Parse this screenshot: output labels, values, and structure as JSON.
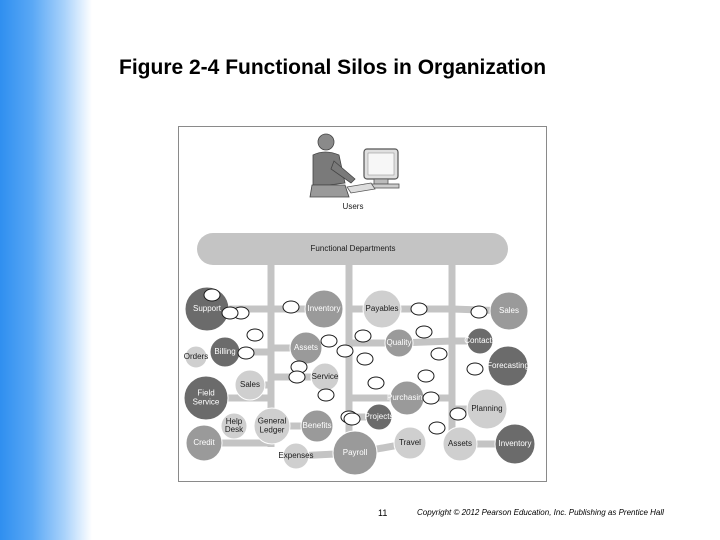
{
  "slide": {
    "title": "Figure 2-4  Functional Silos in Organization",
    "page_number": "11",
    "copyright": "Copyright © 2012 Pearson Education, Inc. Publishing as Prentice Hall"
  },
  "diagram": {
    "users_label": "Users",
    "departments_label": "Functional Departments",
    "nodes": [
      {
        "id": "support",
        "label": "Support",
        "tone": "dark"
      },
      {
        "id": "inventory-1",
        "label": "Inventory",
        "tone": "mid"
      },
      {
        "id": "payables",
        "label": "Payables",
        "tone": "light"
      },
      {
        "id": "sales-1",
        "label": "Sales",
        "tone": "mid"
      },
      {
        "id": "billing",
        "label": "Billing",
        "tone": "dark"
      },
      {
        "id": "orders",
        "label": "Orders",
        "tone": "light"
      },
      {
        "id": "assets-1",
        "label": "Assets",
        "tone": "mid"
      },
      {
        "id": "quality",
        "label": "Quality",
        "tone": "mid"
      },
      {
        "id": "contacts",
        "label": "Contacts",
        "tone": "dark"
      },
      {
        "id": "forecasting",
        "label": "Forecasting",
        "tone": "dark"
      },
      {
        "id": "sales-2",
        "label": "Sales",
        "tone": "light"
      },
      {
        "id": "service",
        "label": "Service",
        "tone": "light"
      },
      {
        "id": "field-service",
        "label": "Field Service",
        "tone": "dark"
      },
      {
        "id": "purchasing",
        "label": "Purchasing",
        "tone": "mid"
      },
      {
        "id": "planning",
        "label": "Planning",
        "tone": "light"
      },
      {
        "id": "projects",
        "label": "Projects",
        "tone": "dark"
      },
      {
        "id": "help-desk",
        "label": "Help Desk",
        "tone": "light"
      },
      {
        "id": "general-ledger",
        "label": "General Ledger",
        "tone": "light"
      },
      {
        "id": "benefits",
        "label": "Benefits",
        "tone": "mid"
      },
      {
        "id": "credit",
        "label": "Credit",
        "tone": "mid"
      },
      {
        "id": "travel",
        "label": "Travel",
        "tone": "light"
      },
      {
        "id": "assets-2",
        "label": "Assets",
        "tone": "light"
      },
      {
        "id": "inventory-2",
        "label": "Inventory",
        "tone": "dark"
      },
      {
        "id": "expenses",
        "label": "Expenses",
        "tone": "light"
      },
      {
        "id": "payroll",
        "label": "Payroll",
        "tone": "mid"
      }
    ],
    "colors": {
      "dark": "#6b6b6b",
      "mid": "#9a9a9a",
      "light": "#cfcfcf",
      "bar": "#c4c4c4",
      "connector": "#1a1a1a"
    }
  }
}
